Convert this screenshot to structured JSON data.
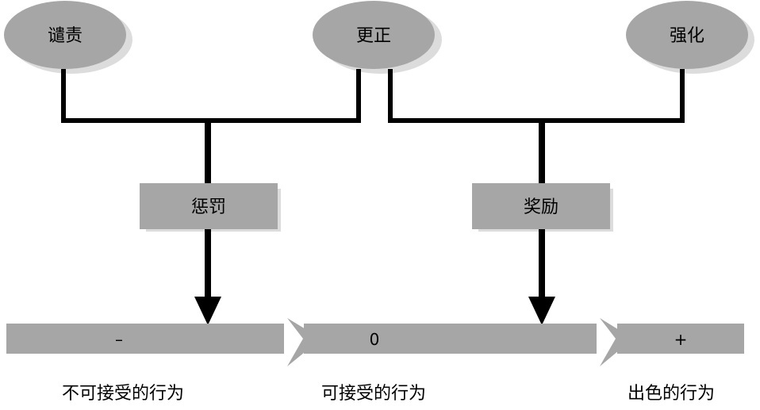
{
  "nodes": {
    "reprimand": "谴责",
    "correct": "更正",
    "reinforce": "强化"
  },
  "actions": {
    "punish": "惩罚",
    "reward": "奖励"
  },
  "scale": {
    "negative": "–",
    "zero": "0",
    "positive": "+"
  },
  "captions": {
    "unacceptable": "不可接受的行为",
    "acceptable": "可接受的行为",
    "outstanding": "出色的行为"
  },
  "colors": {
    "fill": "#a6a6a6",
    "shadow": "#dcdcdc",
    "line": "#000000"
  }
}
